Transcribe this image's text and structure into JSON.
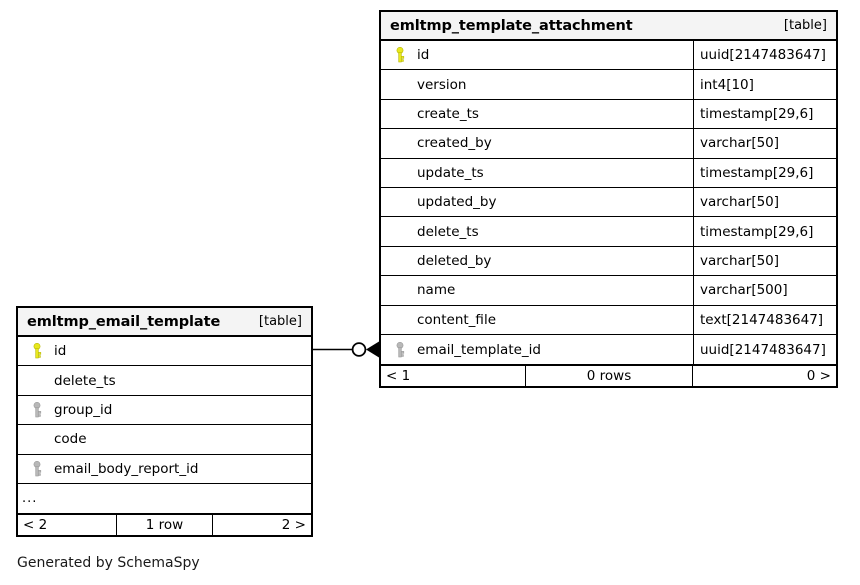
{
  "diagram": {
    "type": "entity-relationship-diagram",
    "generator_caption": "Generated by SchemaSpy",
    "background_color": "#ffffff",
    "primary_key_color": "#e8e81e",
    "foreign_key_color": "#b8b8b8",
    "border_color": "#000000",
    "header_background": "#f4f4f4"
  },
  "tables": [
    {
      "id": "emltmp_email_template",
      "name": "emltmp_email_template",
      "kind": "[table]",
      "shows_types": false,
      "columns": [
        {
          "name": "id",
          "type": "",
          "key": "primary"
        },
        {
          "name": "delete_ts",
          "type": "",
          "key": "none"
        },
        {
          "name": "group_id",
          "type": "",
          "key": "foreign"
        },
        {
          "name": "code",
          "type": "",
          "key": "none"
        },
        {
          "name": "email_body_report_id",
          "type": "",
          "key": "foreign"
        }
      ],
      "truncated_indicator": "...",
      "footer": {
        "prev": "< 2",
        "rows": "1 row",
        "next": "2 >"
      }
    },
    {
      "id": "emltmp_template_attachment",
      "name": "emltmp_template_attachment",
      "kind": "[table]",
      "shows_types": true,
      "columns": [
        {
          "name": "id",
          "type": "uuid[2147483647]",
          "key": "primary"
        },
        {
          "name": "version",
          "type": "int4[10]",
          "key": "none"
        },
        {
          "name": "create_ts",
          "type": "timestamp[29,6]",
          "key": "none"
        },
        {
          "name": "created_by",
          "type": "varchar[50]",
          "key": "none"
        },
        {
          "name": "update_ts",
          "type": "timestamp[29,6]",
          "key": "none"
        },
        {
          "name": "updated_by",
          "type": "varchar[50]",
          "key": "none"
        },
        {
          "name": "delete_ts",
          "type": "timestamp[29,6]",
          "key": "none"
        },
        {
          "name": "deleted_by",
          "type": "varchar[50]",
          "key": "none"
        },
        {
          "name": "name",
          "type": "varchar[500]",
          "key": "none"
        },
        {
          "name": "content_file",
          "type": "text[2147483647]",
          "key": "none"
        },
        {
          "name": "email_template_id",
          "type": "uuid[2147483647]",
          "key": "foreign"
        }
      ],
      "truncated_indicator": "",
      "footer": {
        "prev": "< 1",
        "rows": "0 rows",
        "next": "0 >"
      }
    }
  ],
  "relationships": [
    {
      "from_table": "emltmp_email_template",
      "from_column": "id",
      "to_table": "emltmp_template_attachment",
      "to_column": "email_template_id",
      "source_cardinality": "zero-or-one",
      "target_cardinality": "many"
    }
  ]
}
